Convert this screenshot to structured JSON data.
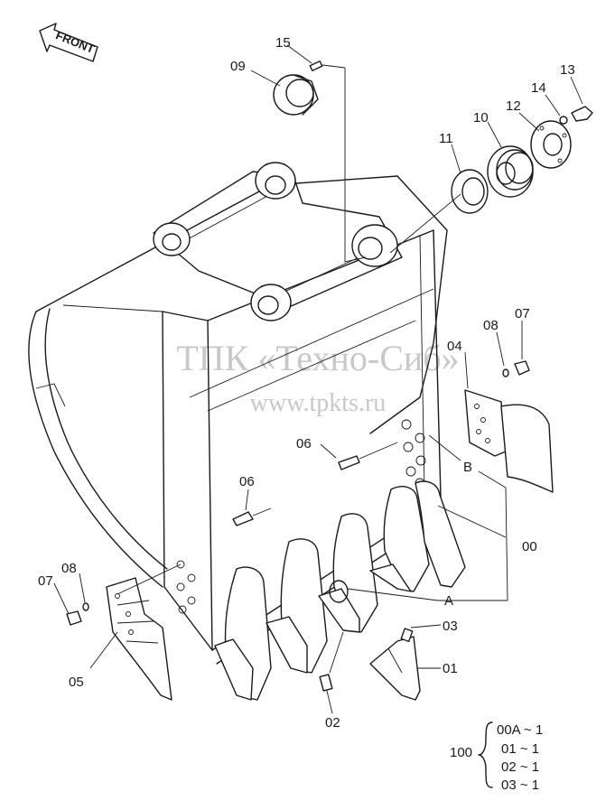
{
  "front_label": "FRONT",
  "watermark": {
    "line1": "ТПК «Техно-Сиб»",
    "line2": "www.tpkts.ru"
  },
  "callouts": {
    "p15": "15",
    "p09": "09",
    "p13": "13",
    "p14": "14",
    "p12": "12",
    "p10": "10",
    "p11": "11",
    "p08r": "08",
    "p07r": "07",
    "p04": "04",
    "p06a": "06",
    "pB": "B",
    "p00": "00",
    "p06b": "06",
    "p07l": "07",
    "p08l": "08",
    "pA": "A",
    "p03": "03",
    "p01": "01",
    "p05": "05",
    "p02": "02"
  },
  "parts_list": {
    "assembly": "100",
    "rows": [
      "00A ~ 1",
      "01  ~ 1",
      "02  ~ 1",
      "03  ~ 1"
    ]
  }
}
